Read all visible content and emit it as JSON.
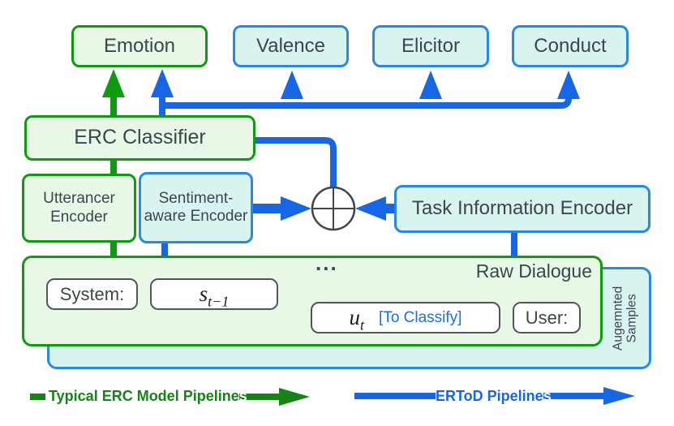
{
  "colors": {
    "green_stroke": "#0f9b0f",
    "green_fill": "#e8f7e6",
    "blue_stroke": "#1766e3",
    "blue_box_border": "#2b87e4",
    "blue_fill": "#d8f4f1",
    "text": "#3d454d",
    "to_classify_blue": "#1a70e8",
    "legend_green": "#148514"
  },
  "outputs": [
    {
      "label": "Emotion"
    },
    {
      "label": "Valence"
    },
    {
      "label": "Elicitor"
    },
    {
      "label": "Conduct"
    }
  ],
  "classifier": {
    "label": "ERC Classifier"
  },
  "encoders": {
    "utterance": {
      "label": "Utterancer Encoder"
    },
    "sentiment": {
      "label": "Sentiment-aware Encoder"
    },
    "task": {
      "label": "Task Information Encoder"
    }
  },
  "aggregator": {
    "icon": "circled-plus"
  },
  "dialogue": {
    "title": "Raw Dialogue",
    "ellipsis": "...",
    "system_label": "System:",
    "prev_turn": {
      "base": "s",
      "subscript": "t−1"
    },
    "current_turn": {
      "base": "u",
      "subscript": "t"
    },
    "to_classify": "[To Classify]",
    "user_label": "User:"
  },
  "augmented": {
    "label": "Augemnted Samples"
  },
  "legend": {
    "erc": {
      "text": "Typical ERC Model Pipeline",
      "suffix": "s"
    },
    "ertod": {
      "text": "ERToD Pipeline",
      "suffix": "s"
    }
  }
}
